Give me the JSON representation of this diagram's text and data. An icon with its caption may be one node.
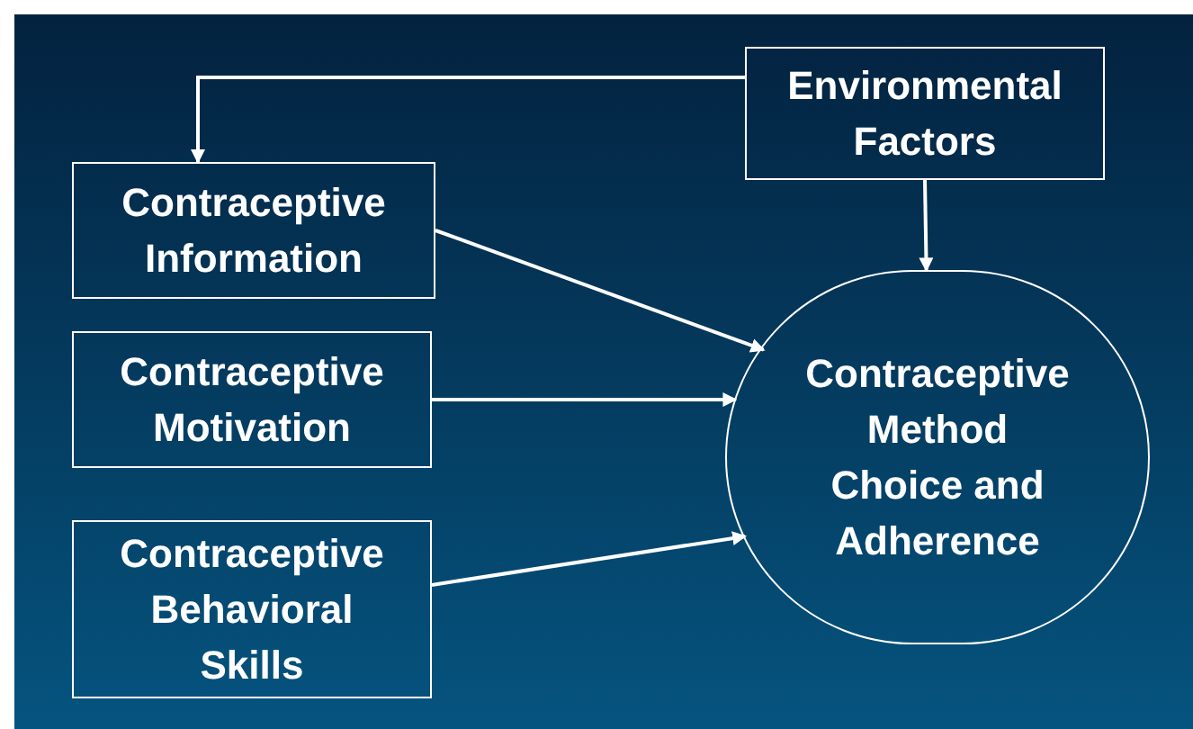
{
  "diagram": {
    "nodes": [
      {
        "text": [
          "Contraceptive Information"
        ]
      },
      {
        "text": [
          "Contraceptive Motivation"
        ]
      },
      {
        "text": [
          "Contraceptive Behavioral Skills"
        ]
      },
      {
        "text": [
          "Environmental Factors"
        ]
      },
      {
        "text": [
          "Contraceptive Method Choice and Adherence"
        ]
      }
    ],
    "edges": [
      {
        "from": 3,
        "to": 0,
        "arrow": "to"
      },
      {
        "from": 3,
        "to": 4,
        "arrow": "to"
      },
      {
        "from": 0,
        "to": 4,
        "arrow": "to"
      },
      {
        "from": 1,
        "to": 4,
        "arrow": "to"
      },
      {
        "from": 2,
        "to": 4,
        "arrow": "to"
      }
    ]
  }
}
